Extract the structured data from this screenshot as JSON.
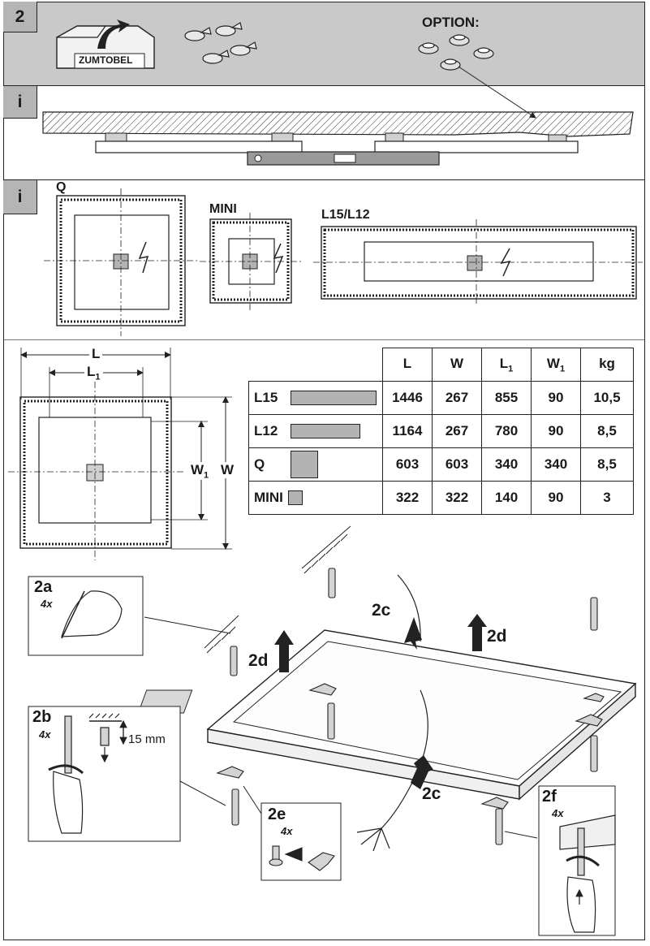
{
  "step": {
    "number": "2",
    "brand_label": "ZUMTOBEL",
    "option_label": "OPTION:"
  },
  "info_tag": "i",
  "variants": {
    "q": "Q",
    "mini": "MINI",
    "l15_l12": "L15/L12"
  },
  "dimension_labels": {
    "l": "L",
    "l1": "L",
    "l1_sub": "1",
    "w1": "W",
    "w1_sub": "1",
    "w": "W"
  },
  "table": {
    "headers": [
      {
        "main": "L",
        "sub": ""
      },
      {
        "main": "W",
        "sub": ""
      },
      {
        "main": "L",
        "sub": "1"
      },
      {
        "main": "W",
        "sub": "1"
      },
      {
        "main": "kg",
        "sub": ""
      }
    ],
    "rows": [
      {
        "name": "L15",
        "values": [
          "1446",
          "267",
          "855",
          "90",
          "10,5"
        ]
      },
      {
        "name": "L12",
        "values": [
          "1164",
          "267",
          "780",
          "90",
          "8,5"
        ]
      },
      {
        "name": "Q",
        "values": [
          "603",
          "603",
          "340",
          "340",
          "8,5"
        ]
      },
      {
        "name": "MINI",
        "values": [
          "322",
          "322",
          "140",
          "90",
          "3"
        ]
      }
    ]
  },
  "steps": {
    "s2a": "2a",
    "s2a_qty": "4x",
    "s2b": "2b",
    "s2b_qty": "4x",
    "s2b_dim": "15 mm",
    "s2c_top": "2c",
    "s2c_bottom": "2c",
    "s2d_left": "2d",
    "s2d_right": "2d",
    "s2e": "2e",
    "s2e_qty": "4x",
    "s2f": "2f",
    "s2f_qty": "4x"
  },
  "colors": {
    "band": "#c9c9c9",
    "tag": "#b5b5b5",
    "swatch": "#b3b3b3",
    "line": "#222222"
  }
}
